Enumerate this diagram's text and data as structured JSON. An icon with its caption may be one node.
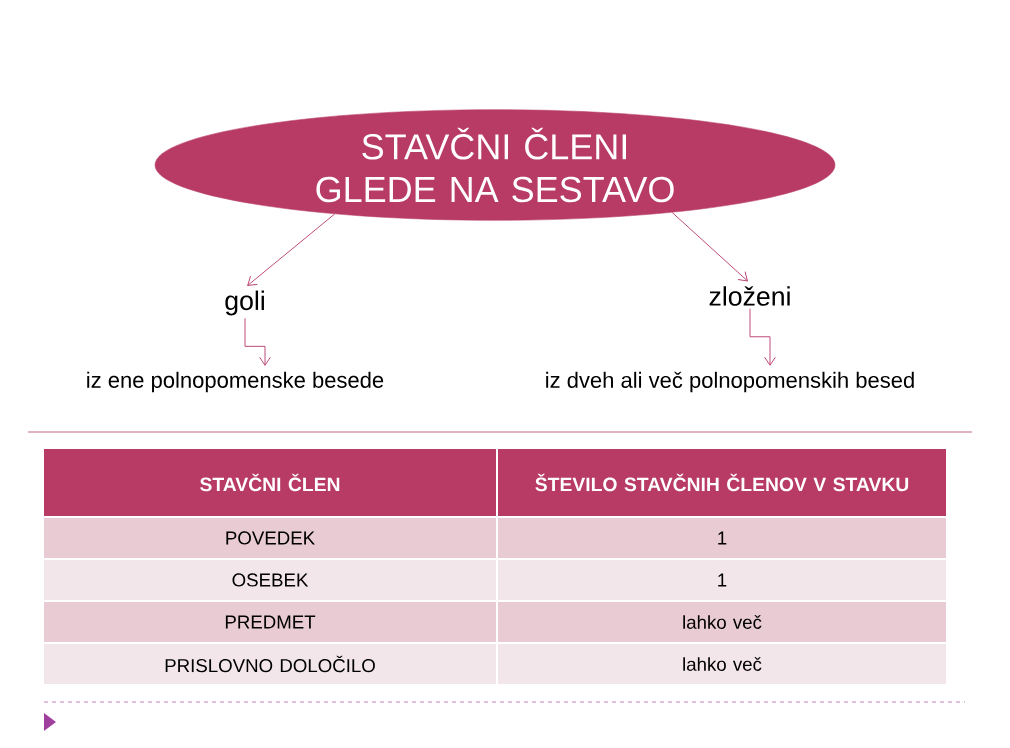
{
  "diagram": {
    "nodes": [
      {
        "text": [
          "STAVČNI ČLENI GLEDE NA SESTAVO"
        ]
      },
      {
        "text": [
          "goli"
        ]
      },
      {
        "text": [
          "zloženi"
        ]
      },
      {
        "text": [
          "iz ene polnopomenske besede"
        ]
      },
      {
        "text": [
          "iz dveh ali več polnopomenskih besed"
        ]
      }
    ],
    "edges": [
      {
        "from": 0,
        "to": 1,
        "arrow": "to"
      },
      {
        "from": 0,
        "to": 2,
        "arrow": "to"
      },
      {
        "from": 1,
        "to": 3,
        "arrow": "to"
      },
      {
        "from": 2,
        "to": 4,
        "arrow": "to"
      }
    ],
    "labels": [
      "STAVČNI ČLEN",
      "ŠTEVILO STAVČNIH ČLENOV V STAVKU",
      "POVEDEK",
      "1",
      "OSEBEK",
      "1",
      "PREDMET",
      "lahko več",
      "PRISLOVNO DOLOČILO",
      "lahko več"
    ]
  }
}
